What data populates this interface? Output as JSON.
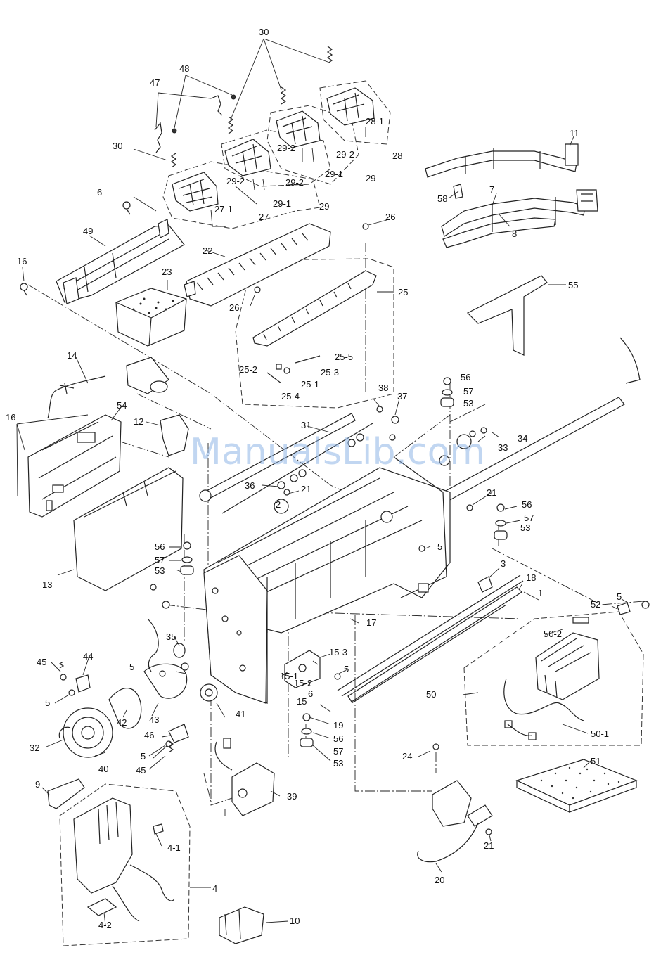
{
  "watermark": "ManualsLib.com",
  "part_labels": {
    "p1": "1",
    "p2": "2",
    "p3": "3",
    "p4": "4",
    "p4_1": "4-1",
    "p4_2": "4-2",
    "p5a": "5",
    "p5b": "5",
    "p5c": "5",
    "p5d": "5",
    "p5e": "5",
    "p5f": "5",
    "p6a": "6",
    "p6b": "6",
    "p7": "7",
    "p8": "8",
    "p9": "9",
    "p10": "10",
    "p11": "11",
    "p12": "12",
    "p13": "13",
    "p14": "14",
    "p15": "15",
    "p15_1": "15-1",
    "p15_2": "15-2",
    "p15_3": "15-3",
    "p16a": "16",
    "p16b": "16",
    "p17": "17",
    "p18": "18",
    "p19": "19",
    "p20": "20",
    "p21a": "21",
    "p21b": "21",
    "p21c": "21",
    "p22": "22",
    "p23": "23",
    "p24": "24",
    "p25": "25",
    "p25_1": "25-1",
    "p25_2": "25-2",
    "p25_3": "25-3",
    "p25_4": "25-4",
    "p25_5": "25-5",
    "p26a": "26",
    "p26b": "26",
    "p27": "27",
    "p27_1": "27-1",
    "p28": "28",
    "p28_1": "28-1",
    "p29a": "29",
    "p29b": "29",
    "p29_1a": "29-1",
    "p29_1b": "29-1",
    "p29_2a": "29-2",
    "p29_2b": "29-2",
    "p29_2c": "29-2",
    "p29_2d": "29-2",
    "p30a": "30",
    "p30b": "30",
    "p31": "31",
    "p32": "32",
    "p33": "33",
    "p34": "34",
    "p35": "35",
    "p36": "36",
    "p37": "37",
    "p38": "38",
    "p39": "39",
    "p40": "40",
    "p41": "41",
    "p42": "42",
    "p43": "43",
    "p44": "44",
    "p45a": "45",
    "p45b": "45",
    "p46": "46",
    "p47": "47",
    "p48": "48",
    "p49": "49",
    "p50": "50",
    "p50_1": "50-1",
    "p50_2": "50-2",
    "p51": "51",
    "p52": "52",
    "p53a": "53",
    "p53b": "53",
    "p53c": "53",
    "p53d": "53",
    "p54": "54",
    "p55": "55",
    "p56a": "56",
    "p56b": "56",
    "p56c": "56",
    "p56d": "56",
    "p57a": "57",
    "p57b": "57",
    "p57c": "57",
    "p57d": "57",
    "p58": "58"
  }
}
